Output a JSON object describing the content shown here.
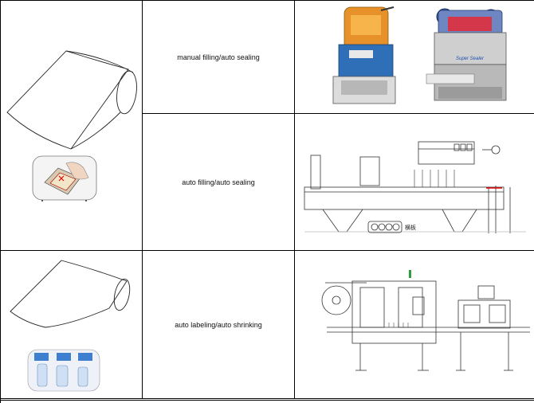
{
  "rows": [
    {
      "process": "manual filling/auto sealing"
    },
    {
      "process": "auto filling/auto sealing",
      "label_plate": "横板"
    },
    {
      "process": "auto labeling/auto shrinking"
    }
  ],
  "machines": {
    "sealer_left_brand": "",
    "sealer_right_brand": "Super Sealer"
  }
}
